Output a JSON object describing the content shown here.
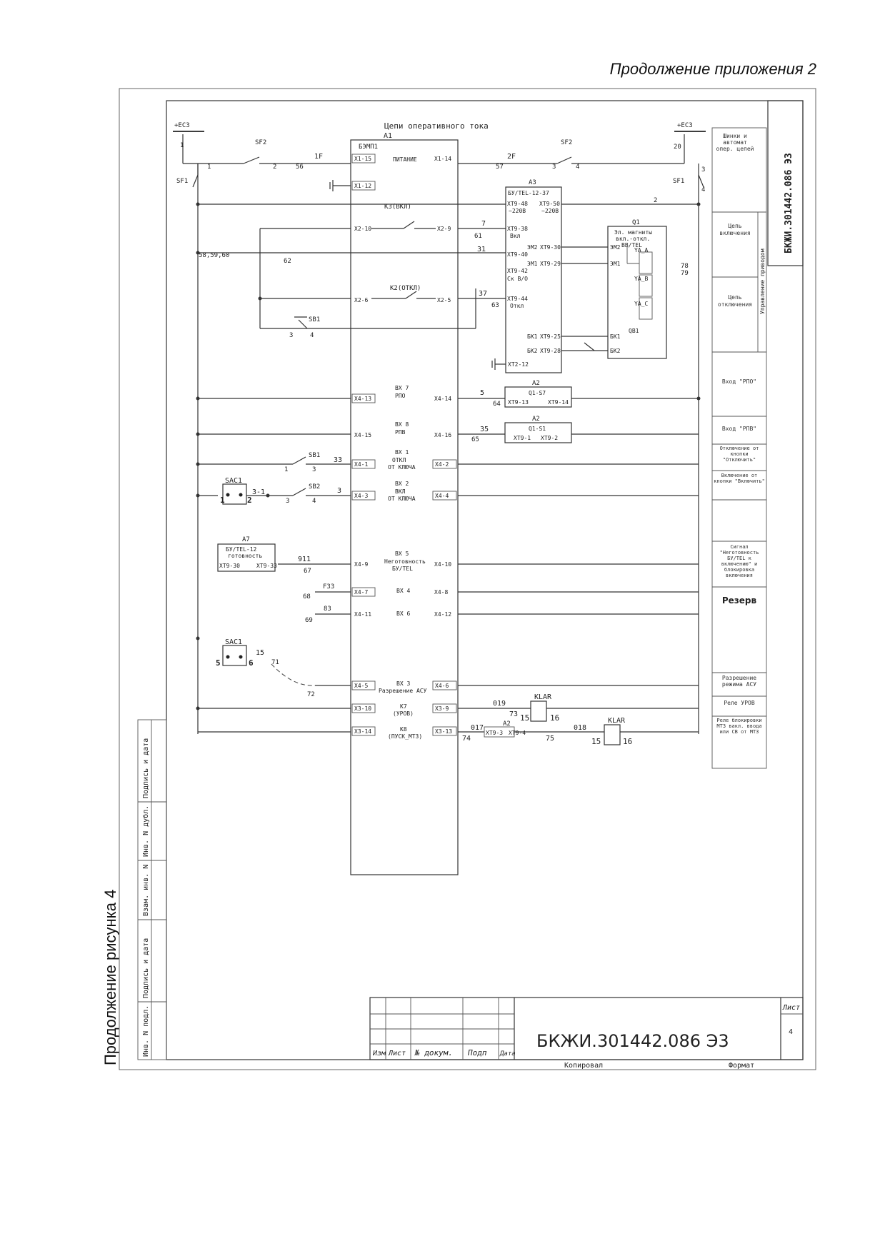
{
  "header": "Продолжение приложения 2",
  "side_caption": "Продолжение рисунка 4",
  "diagram_title": "Цепи оперативного тока",
  "doc_code": "БКЖИ.301442.086 Э3",
  "vertical_code": "БКЖИ.301442.086 Э3",
  "sheet_label": "Лист",
  "sheet_number": "4",
  "copied": "Копировал",
  "format": "Формат",
  "title_cols": [
    "Изм",
    "Лист",
    "№ докум.",
    "Подп",
    "Дата"
  ],
  "left_strip": [
    "Подпись и дата",
    "Инв. N дубл.",
    "Взам. инв. N",
    "Подпись и дата",
    "Инв. N подл."
  ],
  "main_block": {
    "ref": "A1",
    "name": "БЭМП1",
    "power": "ПИТАНИЕ",
    "left_pins": [
      "X1-15",
      "X1-12",
      "X2-10",
      "X2-6",
      "X4-13",
      "X4-15",
      "X4-1",
      "X4-3",
      "X4-9",
      "X4-7",
      "X4-11",
      "X4-5",
      "X3-10",
      "X3-14"
    ],
    "right_pins": [
      "X1-14",
      "X2-9",
      "X2-5",
      "X4-14",
      "X4-16",
      "X4-2",
      "X4-4",
      "X4-10",
      "X4-8",
      "X4-12",
      "X4-6",
      "X3-9",
      "X3-13"
    ],
    "functions": [
      "ВХ 7",
      "РПО",
      "ВХ 8",
      "РПВ",
      "ВХ 1",
      "ОТКЛ",
      "ОТ КЛЮЧА",
      "ВХ 2",
      "ВКЛ",
      "ОТ КЛЮЧА",
      "ВХ 5",
      "Неготовность",
      "БУ/TEL",
      "ВХ 4",
      "ВХ 6",
      "ВХ 3",
      "Разрешение АСУ",
      "К7",
      "(УРОВ)",
      "К8",
      "(ПУСК_МТЗ)"
    ],
    "contacts": [
      "К3(ВКЛ)",
      "К2(ОТКЛ)"
    ]
  },
  "bus_labels": [
    "+ЕС3",
    "+ЕС3",
    "SF1",
    "SF1",
    "SF2",
    "SF2",
    "SB1",
    "SB1",
    "SB2",
    "SAC1",
    "SAC1",
    "F33"
  ],
  "wire_labels": [
    "1",
    "1F",
    "2F",
    "56",
    "57",
    "1",
    "2",
    "3",
    "4",
    "20",
    "2",
    "3",
    "4",
    "58,59,60",
    "62",
    "78",
    "79",
    "7",
    "61",
    "31",
    "37",
    "63",
    "5",
    "64",
    "35",
    "65",
    "33",
    "3-1",
    "3",
    "911",
    "67",
    "68",
    "83",
    "69",
    "15",
    "71",
    "72",
    "019",
    "73",
    "017",
    "74",
    "018",
    "75",
    "1",
    "2",
    "3",
    "4",
    "5",
    "6",
    "1",
    "3",
    "4",
    "3"
  ],
  "a3": {
    "ref": "A3",
    "name": "БУ/TEL-12-37",
    "pins": [
      "XT9-48",
      "XT9-50",
      "~220В",
      "~220В",
      "XT9-38",
      "Вкл",
      "XT9-40",
      "XT9-42",
      "Ск В/О",
      "XT9-44",
      "Откл",
      "XT9-30",
      "XT9-29",
      "XT9-25",
      "XT9-28",
      "XT2-12",
      "ЭМ2",
      "ЭМ1",
      "БК1",
      "БК2"
    ]
  },
  "q1": {
    "ref": "Q1",
    "name_lines": [
      "Эл. магниты",
      "вкл.-откл.",
      "ВВ/TEL"
    ],
    "coils": [
      "YA_A",
      "YA_B",
      "YA_C"
    ],
    "terms": [
      "ЭМ2",
      "ЭМ1",
      "БК1",
      "БК2",
      "QB1"
    ]
  },
  "a2_blocks": [
    {
      "ref": "A2",
      "contact": "Q1-S7",
      "pins": [
        "XT9-13",
        "XT9-14"
      ]
    },
    {
      "ref": "A2",
      "contact": "Q1-S1",
      "pins": [
        "XT9-1",
        "XT9-2"
      ]
    },
    {
      "ref": "A2",
      "contact": "",
      "pins": [
        "XT9-3",
        "XT9-4"
      ]
    }
  ],
  "a7": {
    "ref": "A7",
    "name_lines": [
      "БУ/TEL-12",
      "готовность"
    ],
    "pins": [
      "XT9-30",
      "XT9-33"
    ]
  },
  "klar": [
    "KLAR",
    "KLAR",
    "15",
    "16",
    "15",
    "16"
  ],
  "right_column": [
    "Шинки и автомат опер. цепей",
    "Цепь включения",
    "Цепь отключения",
    "Вход \"РПО\"",
    "Вход \"РПВ\"",
    "Отключение от кнопки \"Отключить\"",
    "Включение от кнопки \"Включить\"",
    "",
    "Сигнал \"Неготовность БУ/TEL к включению\" и блокировка включения",
    "Резерв",
    "Разрешение режима АСУ",
    "Реле УРОВ",
    "Реле блокировки МТЗ вакл. ввода или СВ от МТЗ"
  ],
  "right_group_label": "Управление приводом"
}
